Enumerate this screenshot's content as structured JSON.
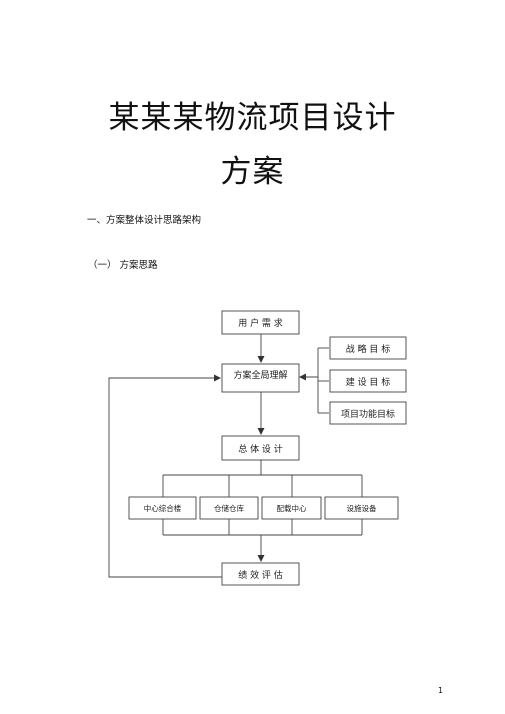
{
  "title": {
    "line1": "某某某物流项目设计",
    "line2": "方案"
  },
  "section": {
    "heading": "一、方案整体设计思路架构",
    "subheading": "（一） 方案思路"
  },
  "flowchart": {
    "user_need": "用 户 需 求",
    "understanding": "方案全局理解",
    "strategy_goal": "战 略 目 标",
    "build_goal": "建 设 目 标",
    "function_goal": "项目功能目标",
    "overall_design": "总 体 设 计",
    "center_building": "中心综合楼",
    "storage": "仓储仓库",
    "distribution": "配载中心",
    "facilities": "设施设备",
    "evaluation": "绩 效 评 估"
  },
  "page_number": "1"
}
